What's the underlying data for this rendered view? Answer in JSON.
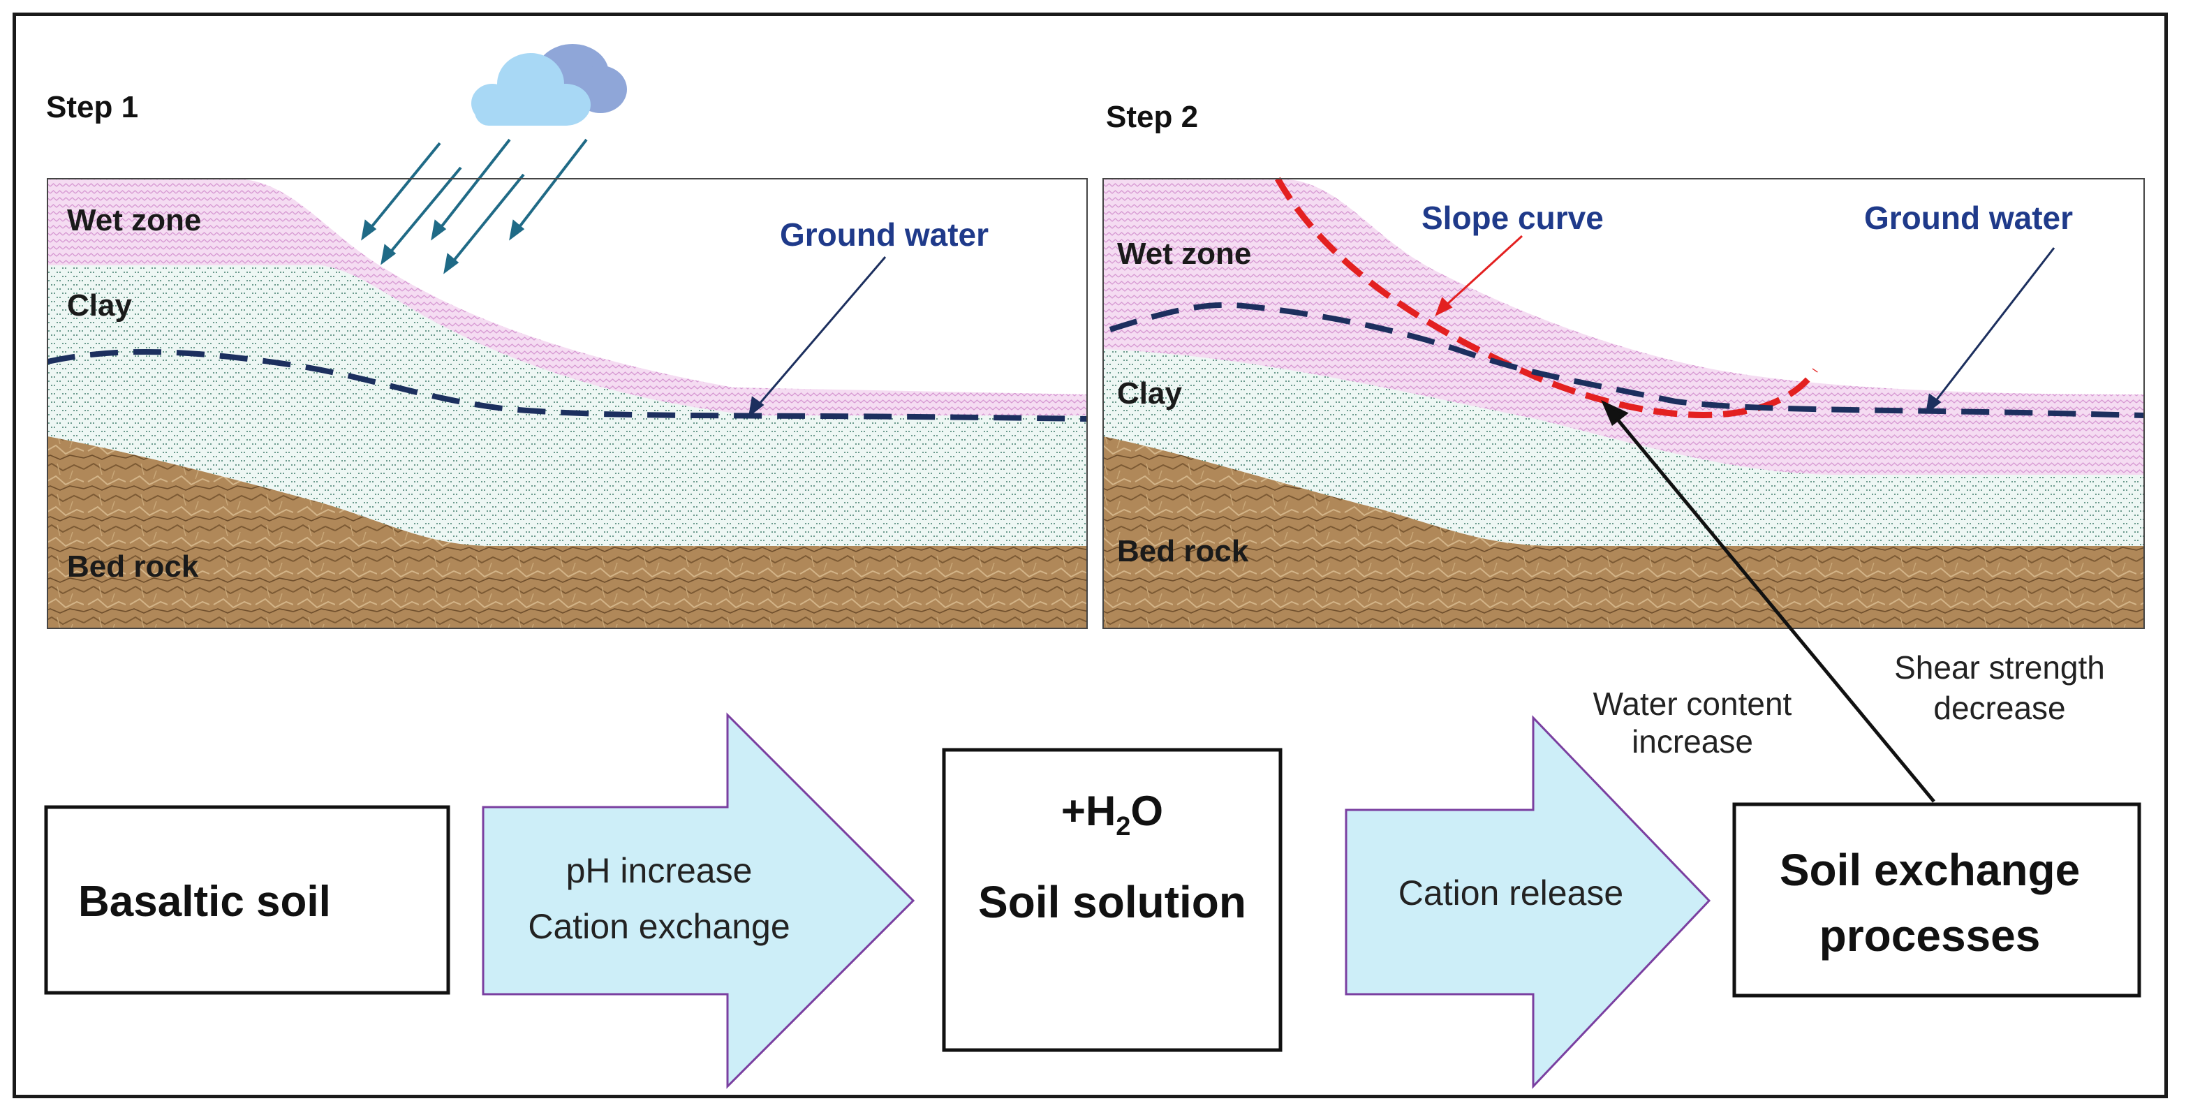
{
  "panel1": {
    "step_label": "Step 1",
    "layers": {
      "wet_zone": "Wet zone",
      "clay": "Clay",
      "bed_rock": "Bed rock"
    },
    "ground_water_label": "Ground water"
  },
  "panel2": {
    "step_label": "Step 2",
    "layers": {
      "wet_zone": "Wet zone",
      "clay": "Clay",
      "bed_rock": "Bed rock"
    },
    "slope_curve_label": "Slope curve",
    "ground_water_label": "Ground water"
  },
  "annotations": {
    "water_content": [
      "Water content",
      "increase"
    ],
    "shear_strength": [
      "Shear strength",
      "decrease"
    ]
  },
  "flow": {
    "box1": "Basaltic soil",
    "arrow1": [
      "pH increase",
      "Cation exchange"
    ],
    "box2_water_main": "+H",
    "box2_water_sub": "2",
    "box2_water_end": "O",
    "box2_title": "Soil solution",
    "arrow2": "Cation release",
    "box3": [
      "Soil exchange",
      "processes"
    ]
  },
  "colors": {
    "wet_zone": "#f2d4ef",
    "clay": "#e8f3f0",
    "bed_rock": "#b08859",
    "ground_water": "#1c2f5e",
    "slope_curve": "#e32020",
    "rain": "#1f6a86",
    "flow_arrow_fill": "#cdeef8",
    "flow_arrow_stroke": "#7a3fa0",
    "label_blue": "#1f3a8a"
  }
}
